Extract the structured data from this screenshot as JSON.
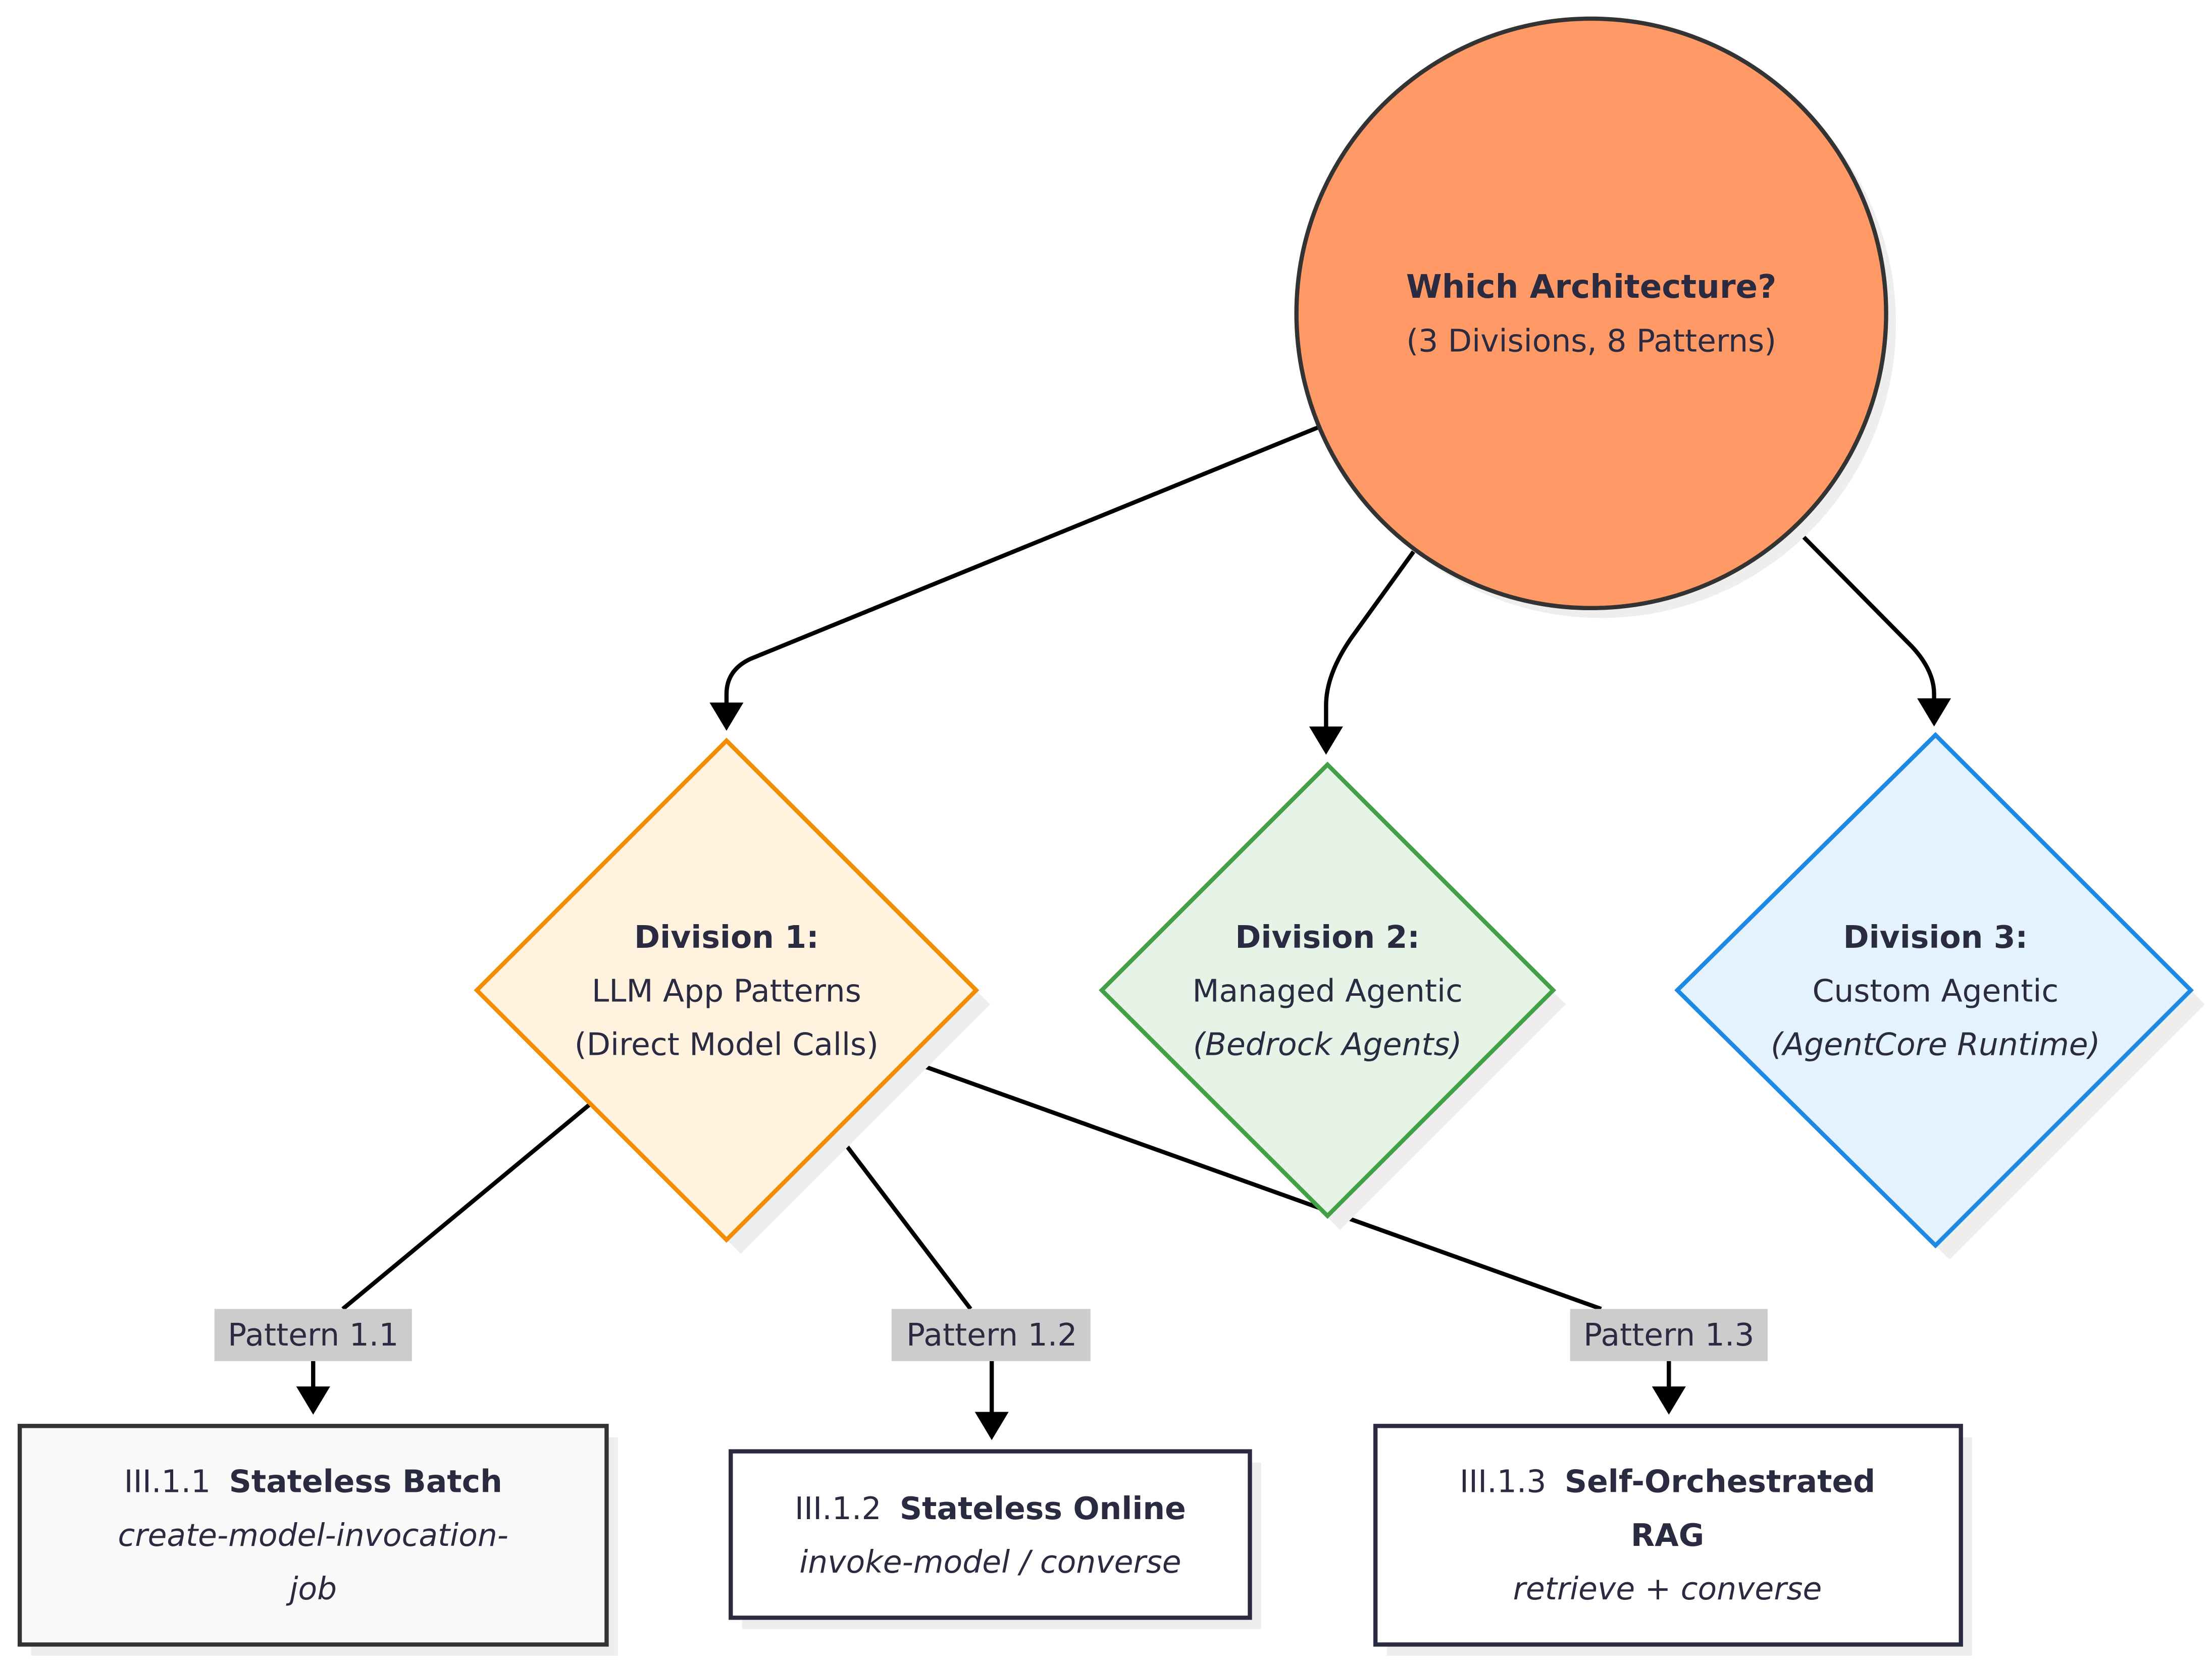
{
  "diagram": {
    "root": {
      "title": "Which Architecture?",
      "subtitle": "(3 Divisions, 8 Patterns)",
      "fill": "#ff9966",
      "stroke": "#333333"
    },
    "divisions": [
      {
        "title": "Division 1:",
        "line2": "LLM App Patterns",
        "line3": "(Direct Model Calls)",
        "line3_italic": false,
        "fill": "#fff3e0",
        "stroke": "#f28c00"
      },
      {
        "title": "Division 2:",
        "line2": "Managed Agentic",
        "line3": "(Bedrock Agents)",
        "line3_italic": true,
        "fill": "#e6f4e8",
        "stroke": "#43a047"
      },
      {
        "title": "Division 3:",
        "line2": "Custom Agentic",
        "line3": "(AgentCore Runtime)",
        "line3_italic": true,
        "fill": "#e3f2fd",
        "stroke": "#1e88e5"
      }
    ],
    "edge_labels": [
      "Pattern 1.1",
      "Pattern 1.2",
      "Pattern 1.3"
    ],
    "patterns": [
      {
        "id": "III.1.1",
        "name": "Stateless Batch",
        "api_line1": "create-model-invocation-",
        "api_line2": "job",
        "fill": "#f9f9f9",
        "stroke": "#333333"
      },
      {
        "id": "III.1.2",
        "name": "Stateless Online",
        "api_line1": "invoke-model / converse",
        "fill": "#ffffff",
        "stroke": "#2a2a40"
      },
      {
        "id": "III.1.3",
        "name": "Self-Orchestrated",
        "name_line2": "RAG",
        "api_line1": "retrieve + converse",
        "fill": "#ffffff",
        "stroke": "#2a2a40"
      }
    ]
  }
}
